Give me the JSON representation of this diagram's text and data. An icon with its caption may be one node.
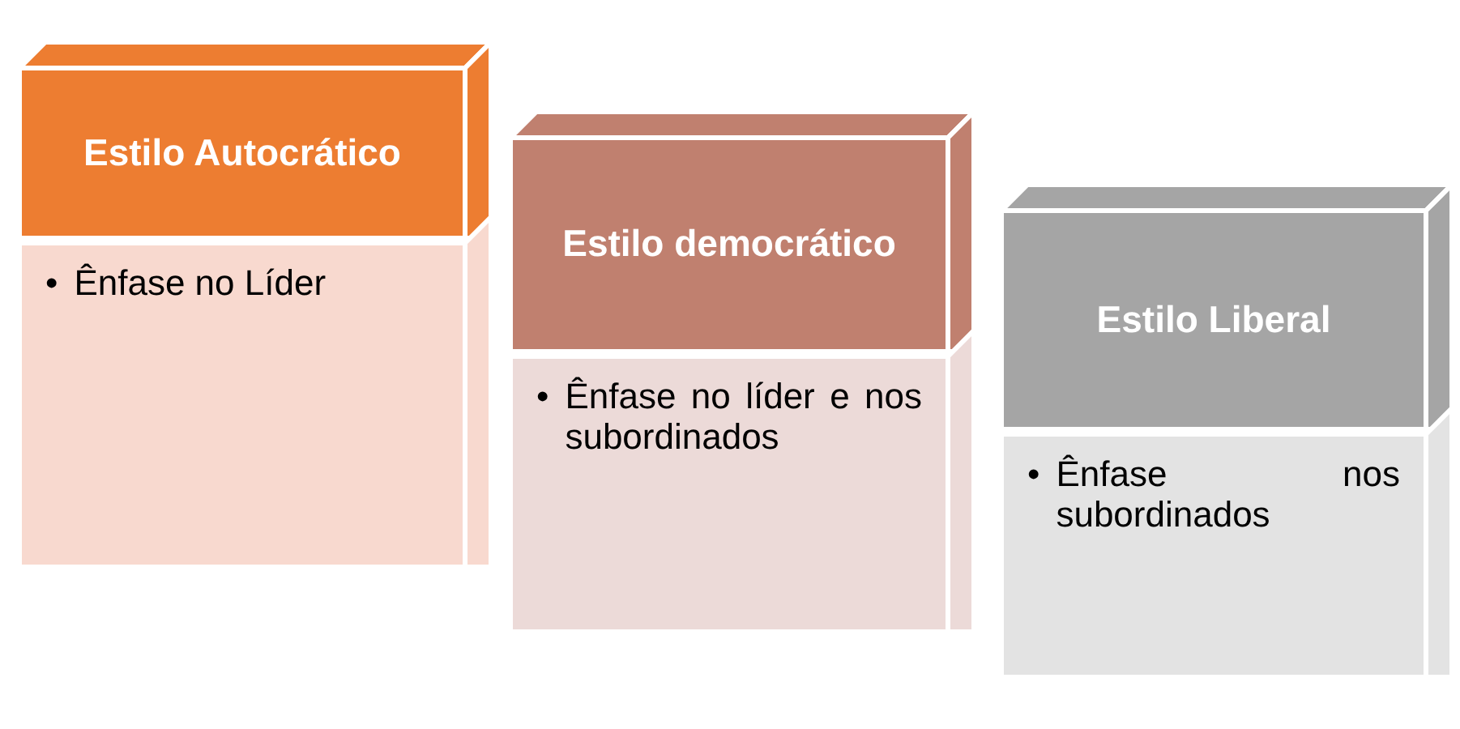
{
  "diagram": {
    "nodes": [
      {
        "text": [
          "Estilo Autocrático"
        ]
      },
      {
        "text": [
          "•",
          "Ênfase no Líder"
        ]
      },
      {
        "text": [
          "Estilo democrático"
        ]
      },
      {
        "text": [
          "•",
          "Ênfase no líder e nos subordinados"
        ]
      },
      {
        "text": [
          "Estilo Liberal"
        ]
      },
      {
        "text": [
          "•",
          "Ênfase nos subordinados"
        ]
      }
    ]
  }
}
